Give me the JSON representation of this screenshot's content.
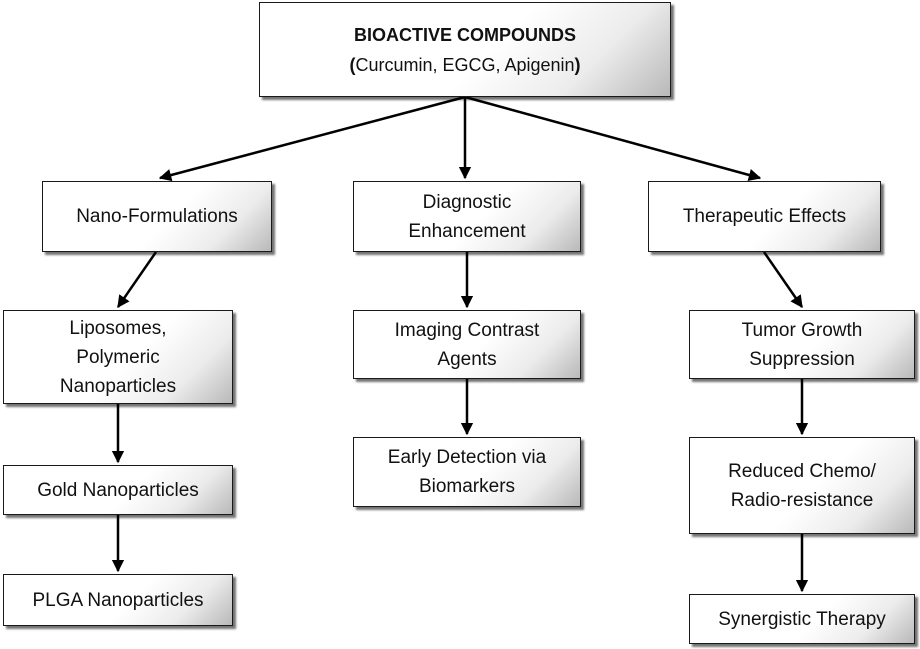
{
  "root": {
    "title": "BIOACTIVE COMPOUNDS",
    "subtitle_open": "(",
    "subtitle": "Curcumin, EGCG, Apigenin",
    "subtitle_close": ")"
  },
  "branches": {
    "nano": {
      "label": "Nano-Formulations",
      "items": [
        "Liposomes, Polymeric Nanoparticles",
        "Gold Nanoparticles",
        "PLGA Nanoparticles"
      ]
    },
    "diagnostic": {
      "label": "Diagnostic Enhancement",
      "items": [
        "Imaging Contrast Agents",
        "Early Detection via Biomarkers"
      ]
    },
    "therapeutic": {
      "label": "Therapeutic Effects",
      "items": [
        "Tumor Growth Suppression",
        "Reduced Chemo/Radio-resistance",
        "Synergistic Therapy"
      ]
    }
  }
}
